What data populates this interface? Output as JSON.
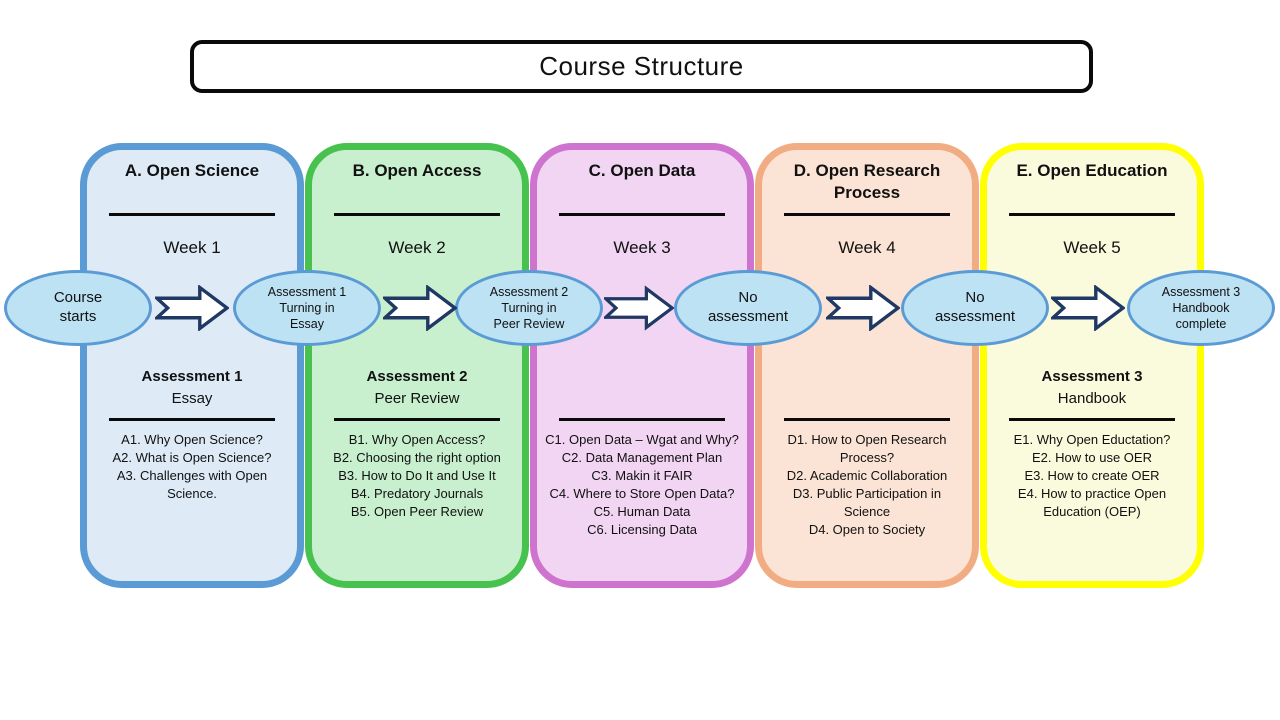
{
  "title": "Course Structure",
  "colors": {
    "title_border": "#0A0A0A",
    "ellipse_fill": "#BDE2F4",
    "ellipse_border": "#5B9BD5",
    "arrow_fill": "#FFFFFF",
    "arrow_outline": "#1F3864"
  },
  "columns": [
    {
      "id": "A",
      "heading": "A. Open Science",
      "week": "Week 1",
      "assessment_title": "Assessment 1",
      "assessment_type": "Essay",
      "topics": [
        "A1. Why Open Science?",
        "A2. What is Open Science?",
        "A3. Challenges with Open Science."
      ],
      "border_color": "#5B9BD5",
      "fill_color": "#DEEBF7"
    },
    {
      "id": "B",
      "heading": "B. Open Access",
      "week": "Week 2",
      "assessment_title": "Assessment 2",
      "assessment_type": "Peer Review",
      "topics": [
        "B1. Why Open Access?",
        "B2. Choosing the right option",
        "B3. How to Do It and Use It",
        "B4. Predatory Journals",
        "B5. Open Peer Review"
      ],
      "border_color": "#47C24F",
      "fill_color": "#C9F0CE"
    },
    {
      "id": "C",
      "heading": "C. Open Data",
      "week": "Week 3",
      "assessment_title": "",
      "assessment_type": "",
      "topics": [
        "C1. Open Data – Wgat and Why?",
        "C2. Data Management Plan",
        "C3. Makin it FAIR",
        "C4. Where to Store Open Data?",
        "C5. Human Data",
        "C6. Licensing Data"
      ],
      "border_color": "#CE74CE",
      "fill_color": "#F1D5F3"
    },
    {
      "id": "D",
      "heading": "D. Open Research Process",
      "week": "Week 4",
      "assessment_title": "",
      "assessment_type": "",
      "topics": [
        "D1. How to Open Research Process?",
        "D2. Academic Collaboration",
        "D3. Public Participation in Science",
        "D4. Open to Society"
      ],
      "border_color": "#F2AC84",
      "fill_color": "#FBE4D5"
    },
    {
      "id": "E",
      "heading": "E. Open Education",
      "week": "Week 5",
      "assessment_title": "Assessment 3",
      "assessment_type": "Handbook",
      "topics": [
        "E1. Why Open Eductation?",
        "E2. How to use OER",
        "E3. How to create OER",
        "E4. How to practice Open Education (OEP)"
      ],
      "border_color": "#FFFF00",
      "fill_color": "#FAFADC"
    }
  ],
  "timeline": {
    "milestones": [
      {
        "label": "Course\nstarts"
      },
      {
        "label": "Assessment 1\nTurning in\nEssay"
      },
      {
        "label": "Assessment 2\nTurning in\nPeer Review"
      },
      {
        "label": "No\nassessment"
      },
      {
        "label": "No\nassessment"
      },
      {
        "label": "Assessment 3\nHandbook\ncomplete"
      }
    ]
  }
}
